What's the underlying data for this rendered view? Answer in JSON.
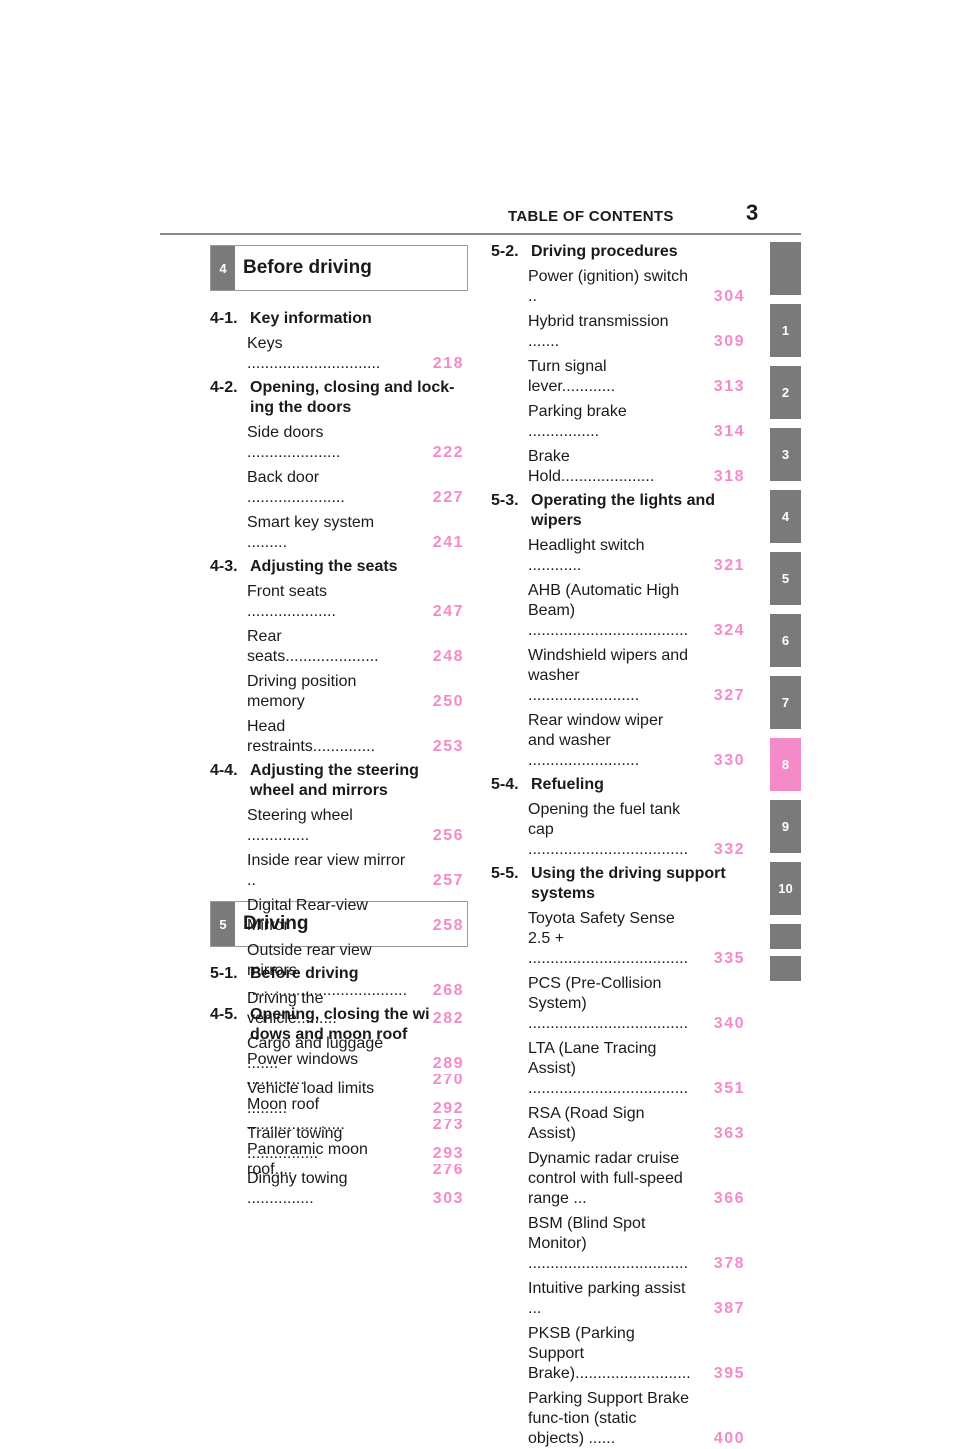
{
  "header": {
    "title": "TABLE OF CONTENTS",
    "page_number": "3"
  },
  "tabs": [
    "",
    "1",
    "2",
    "3",
    "4",
    "5",
    "6",
    "7",
    "8",
    "9",
    "10",
    "",
    ""
  ],
  "active_tab": "8",
  "colors": {
    "accent_pink": "#f58ac9",
    "tab_gray": "#7a7a7a"
  },
  "sections": [
    {
      "number": "4",
      "title": "Before driving"
    },
    {
      "number": "5",
      "title": "Driving"
    }
  ],
  "left_col": [
    {
      "num": "4-1.",
      "title": "Key information",
      "entries": [
        {
          "label": "Keys ..............................",
          "page": "218"
        }
      ]
    },
    {
      "num": "4-2.",
      "title": "Opening, closing and lock-ing the doors",
      "entries": [
        {
          "label": "Side doors .....................",
          "page": "222"
        },
        {
          "label": "Back door ......................",
          "page": "227"
        },
        {
          "label": "Smart key system .........",
          "page": "241"
        }
      ]
    },
    {
      "num": "4-3.",
      "title": "Adjusting the seats",
      "entries": [
        {
          "label": "Front seats ....................",
          "page": "247"
        },
        {
          "label": "Rear seats.....................",
          "page": "248"
        },
        {
          "label": "Driving position memory",
          "page": "250"
        },
        {
          "label": "Head restraints..............",
          "page": "253"
        }
      ]
    },
    {
      "num": "4-4.",
      "title": "Adjusting the steering wheel and mirrors",
      "entries": [
        {
          "label": "Steering wheel ..............",
          "page": "256"
        },
        {
          "label": "Inside rear view mirror ..",
          "page": "257"
        },
        {
          "label": "Digital Rear-view Mirror",
          "page": "258"
        },
        {
          "label": "Outside rear view mirrors ....................................",
          "page": "268"
        }
      ]
    },
    {
      "num": "4-5.",
      "title": "Opening, closing the win-dows and moon roof",
      "entries": [
        {
          "label": "Power windows .............",
          "page": "270"
        },
        {
          "label": "Moon roof ......................",
          "page": "273"
        },
        {
          "label": "Panoramic moon roof....",
          "page": "276"
        }
      ]
    }
  ],
  "left_col2": [
    {
      "num": "5-1.",
      "title": "Before driving",
      "entries": [
        {
          "label": "Driving the vehicle.........",
          "page": "282"
        },
        {
          "label": "Cargo and luggage .......",
          "page": "289"
        },
        {
          "label": "Vehicle load limits .........",
          "page": "292"
        },
        {
          "label": "Trailer towing ................",
          "page": "293"
        },
        {
          "label": "Dinghy towing ...............",
          "page": "303"
        }
      ]
    }
  ],
  "right_col": [
    {
      "num": "5-2.",
      "title": "Driving procedures",
      "entries": [
        {
          "label": "Power (ignition) switch ..",
          "page": "304"
        },
        {
          "label": "Hybrid transmission .......",
          "page": "309"
        },
        {
          "label": "Turn signal lever............",
          "page": "313"
        },
        {
          "label": "Parking brake ................",
          "page": "314"
        },
        {
          "label": "Brake Hold.....................",
          "page": "318"
        }
      ]
    },
    {
      "num": "5-3.",
      "title": "Operating the lights and wipers",
      "entries": [
        {
          "label": "Headlight switch ............",
          "page": "321"
        },
        {
          "label": "AHB (Automatic High Beam) ....................................",
          "page": "324"
        },
        {
          "label": "Windshield wipers and washer .........................",
          "page": "327"
        },
        {
          "label": "Rear window wiper and washer .........................",
          "page": "330"
        }
      ]
    },
    {
      "num": "5-4.",
      "title": "Refueling",
      "entries": [
        {
          "label": "Opening the fuel tank cap ....................................",
          "page": "332"
        }
      ]
    },
    {
      "num": "5-5.",
      "title": "Using the driving support systems",
      "entries": [
        {
          "label": "Toyota Safety Sense 2.5 + ....................................",
          "page": "335"
        },
        {
          "label": "PCS (Pre-Collision System) ....................................",
          "page": "340"
        },
        {
          "label": "LTA (Lane Tracing Assist) ....................................",
          "page": "351"
        },
        {
          "label": "RSA (Road Sign Assist)",
          "page": "363"
        },
        {
          "label": "Dynamic radar cruise control with full-speed range ...",
          "page": "366"
        },
        {
          "label": "BSM (Blind Spot Monitor) ....................................",
          "page": "378"
        },
        {
          "label": "Intuitive parking assist ...",
          "page": "387"
        },
        {
          "label": "PKSB (Parking Support Brake)..........................",
          "page": "395"
        },
        {
          "label": "Parking Support Brake func-tion (static objects) ......",
          "page": "400"
        }
      ]
    }
  ]
}
